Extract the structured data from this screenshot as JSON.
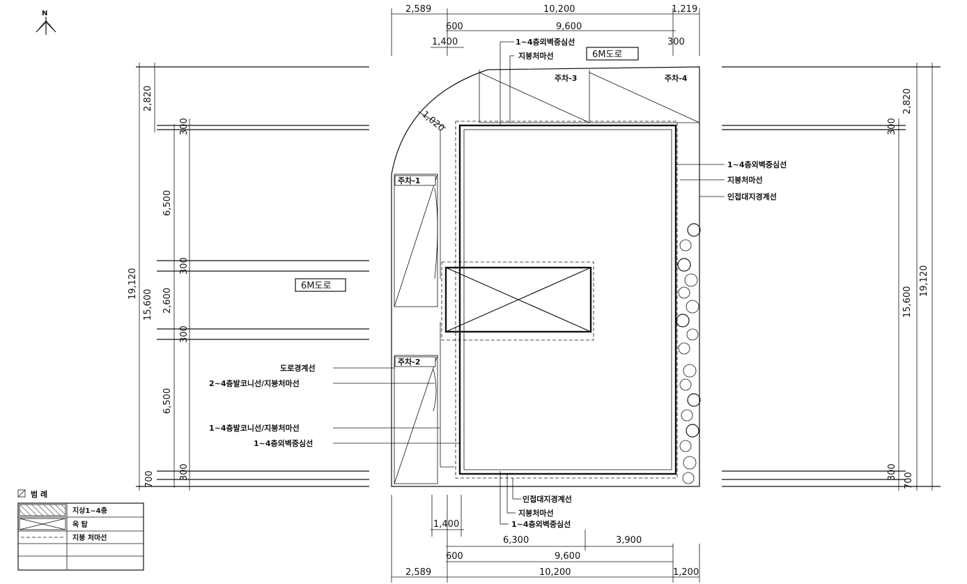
{
  "north": "N",
  "road_label_top": "6M도로",
  "road_label_left": "6M도로",
  "top_dims": {
    "row1": [
      "2,589",
      "10,200",
      "1,219"
    ],
    "row2": [
      "600",
      "9,600"
    ],
    "row3": [
      "1,400",
      "300"
    ]
  },
  "bottom_dims": {
    "row1": [
      "1,400"
    ],
    "row2": [
      "6,300",
      "3,900"
    ],
    "row3": [
      "600",
      "9,600"
    ],
    "row4": [
      "2,589",
      "10,200",
      "1,200"
    ]
  },
  "left_dims": {
    "outer": "19,120",
    "mid": "15,600",
    "top": "2,820",
    "segments": [
      "300",
      "6,500",
      "300",
      "2,600",
      "300",
      "6,500",
      "300",
      "700"
    ]
  },
  "right_dims": {
    "outer": "19,120",
    "mid": "15,600",
    "top": "2,820",
    "segments": [
      "300",
      "300",
      "700"
    ]
  },
  "arc_dim": "1,020",
  "parking": [
    "주차-1",
    "주차-2",
    "주차-3",
    "주차-4"
  ],
  "callouts_top": [
    "1~4층외벽중심선",
    "지붕처마선"
  ],
  "callouts_right": [
    "1~4층외벽중심선",
    "지붕처마선",
    "인접대지경계선"
  ],
  "callouts_left": [
    "도로경계선",
    "2~4층발코니선/지붕처마선",
    "1~4층발코니선/지붕처마선",
    "1~4층외벽중심선"
  ],
  "callouts_bottom": [
    "인접대지경계선",
    "지붕처마선",
    "1~4층외벽중심선"
  ],
  "legend": {
    "title": "범 례",
    "items": [
      "지상1~4층",
      "옥 탑",
      "지붕 처마선",
      "",
      ""
    ]
  }
}
